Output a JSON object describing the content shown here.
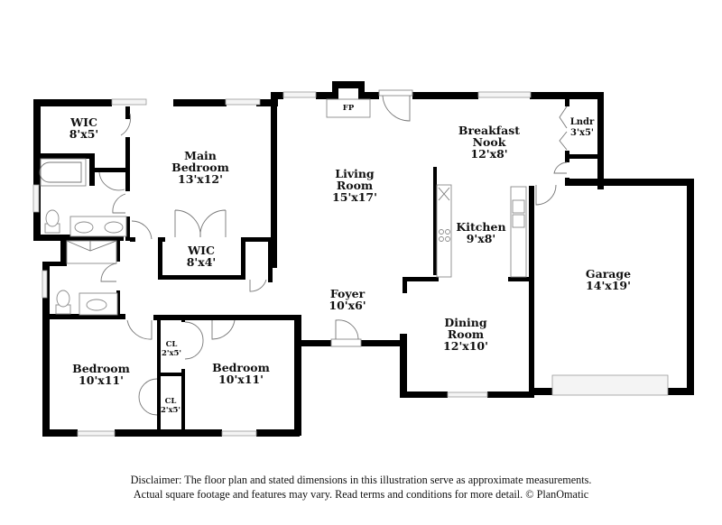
{
  "rooms": {
    "wic_top": {
      "name": "WIC",
      "dims": "8'x5'"
    },
    "main_bedroom": {
      "name_line1": "Main",
      "name_line2": "Bedroom",
      "dims": "13'x12'"
    },
    "wic_mid": {
      "name": "WIC",
      "dims": "8'x4'"
    },
    "living_room": {
      "name_line1": "Living",
      "name_line2": "Room",
      "dims": "15'x17'"
    },
    "fireplace": {
      "name": "FP"
    },
    "breakfast_nook": {
      "name_line1": "Breakfast",
      "name_line2": "Nook",
      "dims": "12'x8'"
    },
    "laundry": {
      "name": "Lndr",
      "dims": "3'x5'"
    },
    "kitchen": {
      "name": "Kitchen",
      "dims": "9'x8'"
    },
    "garage": {
      "name": "Garage",
      "dims": "14'x19'"
    },
    "foyer": {
      "name": "Foyer",
      "dims": "10'x6'"
    },
    "dining_room": {
      "name_line1": "Dining",
      "name_line2": "Room",
      "dims": "12'x10'"
    },
    "bedroom_left": {
      "name": "Bedroom",
      "dims": "10'x11'"
    },
    "bedroom_right": {
      "name": "Bedroom",
      "dims": "10'x11'"
    },
    "closet_upper": {
      "name": "CL",
      "dims": "2'x5'"
    },
    "closet_lower": {
      "name": "CL",
      "dims": "2'x5'"
    }
  },
  "disclaimer": {
    "line1": "Disclaimer: The floor plan and stated dimensions in this illustration serve as approximate measurements.",
    "line2": "Actual square footage and features may vary. Read terms and conditions for more detail. © PlanOmatic"
  }
}
